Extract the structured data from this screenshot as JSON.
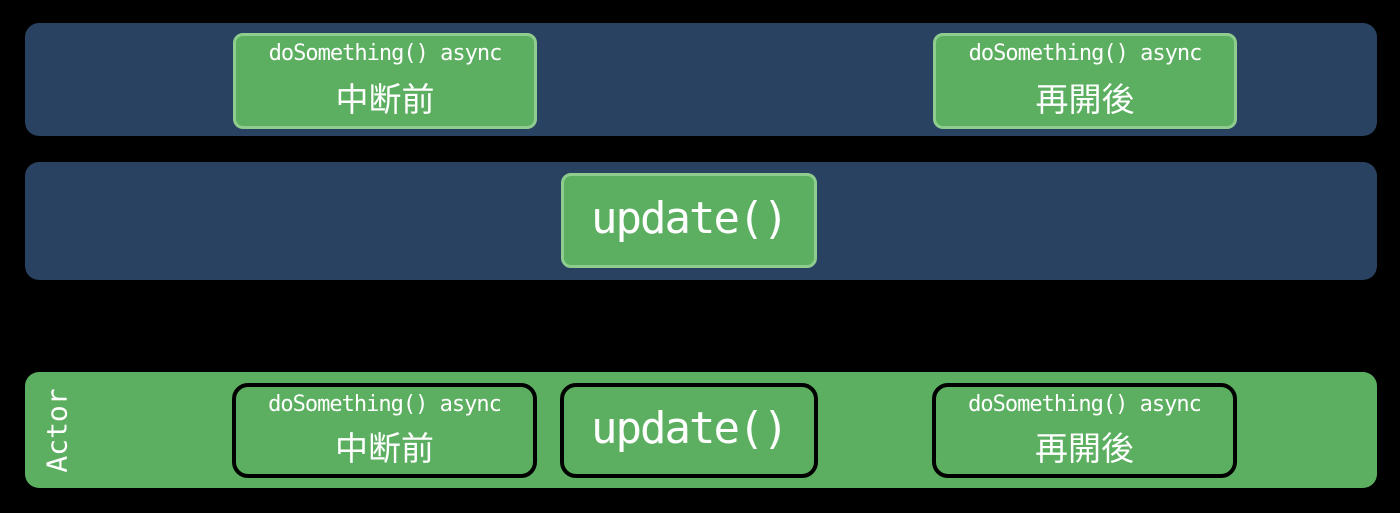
{
  "colors": {
    "background": "#000000",
    "thread_bar": "#2A4261",
    "green": "#5CAF60",
    "green_box_border": "#8FCD8F",
    "black_box_border": "#000000",
    "text": "#FFFFFF"
  },
  "row1": {
    "box_before": {
      "title": "doSomething() async",
      "subtitle": "中断前"
    },
    "box_after": {
      "title": "doSomething() async",
      "subtitle": "再開後"
    }
  },
  "row2": {
    "box_update": {
      "label": "update()"
    }
  },
  "actor": {
    "label": "Actor",
    "box_before": {
      "title": "doSomething() async",
      "subtitle": "中断前"
    },
    "box_update": {
      "label": "update()"
    },
    "box_after": {
      "title": "doSomething() async",
      "subtitle": "再開後"
    }
  }
}
